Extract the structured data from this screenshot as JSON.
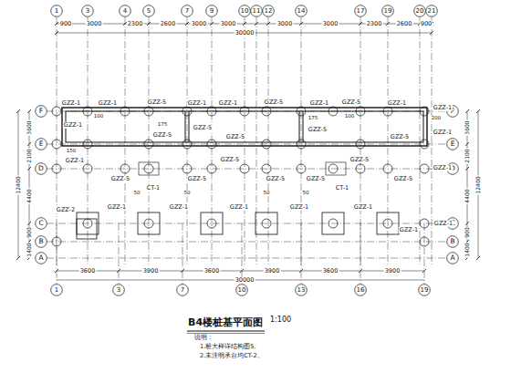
{
  "diagram": {
    "title": "B4楼桩基平面图",
    "labels": [
      "1",
      "3",
      "4",
      "5",
      "7",
      "9",
      "10",
      "11",
      "12",
      "14",
      "17",
      "19",
      "20",
      "21",
      "900",
      "3000",
      "2300",
      "2600",
      "3000",
      "3000",
      "3000",
      "3000",
      "2300",
      "2600",
      "900",
      "30000",
      "F",
      "E",
      "D",
      "C",
      "B",
      "A",
      "F",
      "E",
      "D",
      "C",
      "B",
      "A",
      "3600",
      "2100",
      "4400",
      "900",
      "1400",
      "12400",
      "3600",
      "2100",
      "4400",
      "900",
      "1400",
      "12400",
      "1",
      "3",
      "7",
      "10",
      "13",
      "16",
      "19",
      "3600",
      "3900",
      "3600",
      "3900",
      "3600",
      "3900",
      "30000",
      "1:100",
      "说明：",
      "1.桩大样详结构图5。",
      "2.未注明承台均CT-2。",
      "GZZ-1",
      "GZZ-1",
      "GZZ-5",
      "GZZ-1",
      "GZZ-1",
      "GZZ-5",
      "GZZ-1",
      "GZZ-5",
      "GZZ-1",
      "GZZ-1",
      "GZZ-1",
      "GZZ-5",
      "GZZ-5",
      "GZZ-5",
      "GZZ-5",
      "GZZ-5",
      "GZZ-1",
      "GZZ-1",
      "GZZ-5",
      "GZZ-5",
      "GZZ-5",
      "GZZ-5",
      "GZZ-5",
      "GZZ-5",
      "GZZ-5",
      "GZZ-1",
      "CT-1",
      "CT-1",
      "GZZ-2",
      "GZZ-1",
      "GZZ-1",
      "GZZ-1",
      "GZZ-1",
      "GZZ-1",
      "GZZ-1",
      "GZZ-1",
      "175",
      "175",
      "100",
      "100",
      "200",
      "150",
      "50",
      "50",
      "50",
      "50"
    ]
  }
}
